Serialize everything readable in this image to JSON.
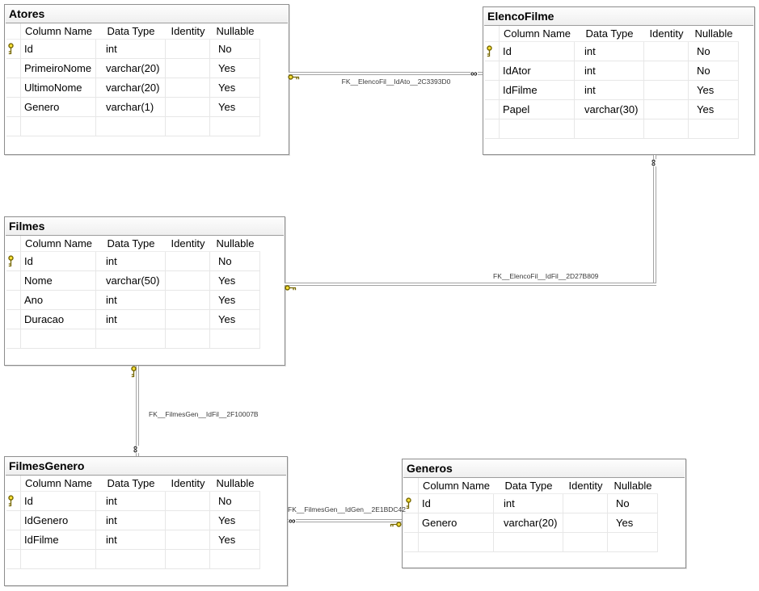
{
  "diagram": {
    "column_headers": [
      "Column Name",
      "Data Type",
      "Identity",
      "Nullable"
    ],
    "tables": [
      {
        "title": "Atores",
        "rows": [
          {
            "pk": true,
            "name": "Id",
            "type": "int",
            "identity": "",
            "nullable": "No"
          },
          {
            "pk": false,
            "name": "PrimeiroNome",
            "type": "varchar(20)",
            "identity": "",
            "nullable": "Yes"
          },
          {
            "pk": false,
            "name": "UltimoNome",
            "type": "varchar(20)",
            "identity": "",
            "nullable": "Yes"
          },
          {
            "pk": false,
            "name": "Genero",
            "type": "varchar(1)",
            "identity": "",
            "nullable": "Yes"
          },
          {
            "pk": false,
            "name": "",
            "type": "",
            "identity": "",
            "nullable": ""
          }
        ]
      },
      {
        "title": "ElencoFilme",
        "rows": [
          {
            "pk": true,
            "name": "Id",
            "type": "int",
            "identity": "",
            "nullable": "No"
          },
          {
            "pk": false,
            "name": "IdAtor",
            "type": "int",
            "identity": "",
            "nullable": "No"
          },
          {
            "pk": false,
            "name": "IdFilme",
            "type": "int",
            "identity": "",
            "nullable": "Yes"
          },
          {
            "pk": false,
            "name": "Papel",
            "type": "varchar(30)",
            "identity": "",
            "nullable": "Yes"
          },
          {
            "pk": false,
            "name": "",
            "type": "",
            "identity": "",
            "nullable": ""
          }
        ]
      },
      {
        "title": "Filmes",
        "rows": [
          {
            "pk": true,
            "name": "Id",
            "type": "int",
            "identity": "",
            "nullable": "No"
          },
          {
            "pk": false,
            "name": "Nome",
            "type": "varchar(50)",
            "identity": "",
            "nullable": "Yes"
          },
          {
            "pk": false,
            "name": "Ano",
            "type": "int",
            "identity": "",
            "nullable": "Yes"
          },
          {
            "pk": false,
            "name": "Duracao",
            "type": "int",
            "identity": "",
            "nullable": "Yes"
          },
          {
            "pk": false,
            "name": "",
            "type": "",
            "identity": "",
            "nullable": ""
          }
        ]
      },
      {
        "title": "FilmesGenero",
        "rows": [
          {
            "pk": true,
            "name": "Id",
            "type": "int",
            "identity": "",
            "nullable": "No"
          },
          {
            "pk": false,
            "name": "IdGenero",
            "type": "int",
            "identity": "",
            "nullable": "Yes"
          },
          {
            "pk": false,
            "name": "IdFilme",
            "type": "int",
            "identity": "",
            "nullable": "Yes"
          },
          {
            "pk": false,
            "name": "",
            "type": "",
            "identity": "",
            "nullable": ""
          }
        ]
      },
      {
        "title": "Generos",
        "rows": [
          {
            "pk": true,
            "name": "Id",
            "type": "int",
            "identity": "",
            "nullable": "No"
          },
          {
            "pk": false,
            "name": "Genero",
            "type": "varchar(20)",
            "identity": "",
            "nullable": "Yes"
          },
          {
            "pk": false,
            "name": "",
            "type": "",
            "identity": "",
            "nullable": ""
          }
        ]
      }
    ],
    "relations": [
      {
        "label": "FK__ElencoFil__IdAto__2C3393D0",
        "one_side": "Atores",
        "many_side": "ElencoFilme"
      },
      {
        "label": "FK__ElencoFil__IdFil__2D27B809",
        "one_side": "Filmes",
        "many_side": "ElencoFilme"
      },
      {
        "label": "FK__FilmesGen__IdFil__2F10007B",
        "one_side": "Filmes",
        "many_side": "FilmesGenero"
      },
      {
        "label": "FK__FilmesGen__IdGen__2E1BDC42",
        "one_side": "Generos",
        "many_side": "FilmesGenero"
      }
    ],
    "icons": {
      "many_symbol": "∞"
    },
    "colors": {
      "line": "#a3a3a3",
      "frame_border": "#8f8f8f",
      "grid_line": "#e7e7e7",
      "key_fill": "#f7df36",
      "key_stroke": "#756600",
      "label_text": "#3a3a3a"
    }
  }
}
